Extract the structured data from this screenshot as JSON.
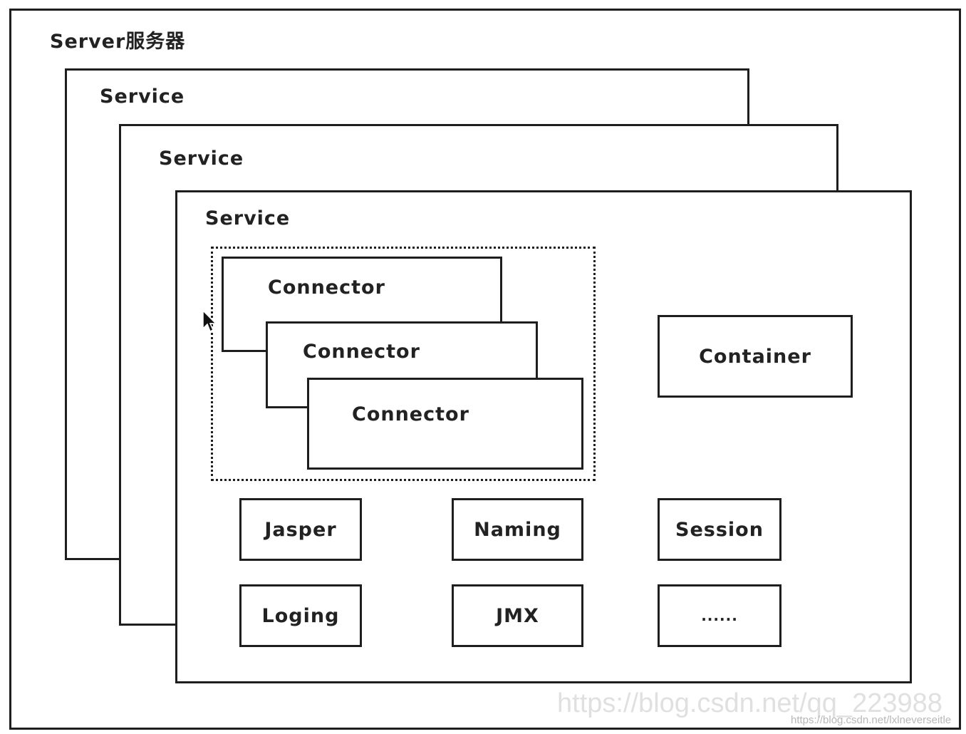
{
  "diagram": {
    "server_label": "Server服务器",
    "services": [
      {
        "label": "Service"
      },
      {
        "label": "Service"
      },
      {
        "label": "Service"
      }
    ],
    "connectors": [
      {
        "label": "Connector"
      },
      {
        "label": "Connector"
      },
      {
        "label": "Connector"
      }
    ],
    "container_label": "Container",
    "components": [
      {
        "label": "Jasper"
      },
      {
        "label": "Naming"
      },
      {
        "label": "Session"
      },
      {
        "label": "Loging"
      },
      {
        "label": "JMX"
      },
      {
        "label": "......"
      }
    ]
  },
  "watermark": {
    "large_text": "https://blog.csdn.net/qq_223988",
    "small_text": "https://blog.csdn.net/lxlneverseitle"
  }
}
